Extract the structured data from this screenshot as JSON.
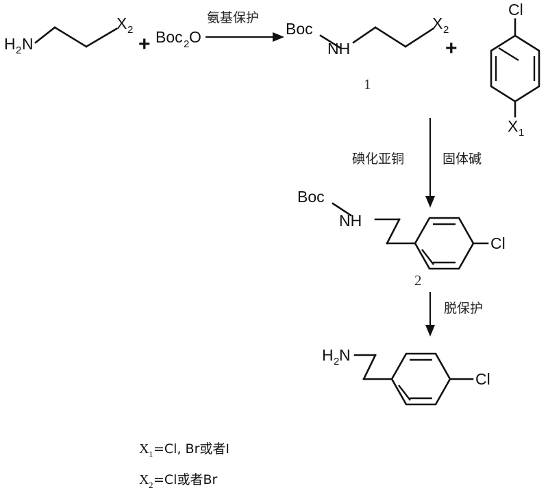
{
  "diagram": {
    "type": "chemical-reaction-scheme",
    "title": "Synthesis of 4-chlorophenethylamine via Boc protection, copper-catalysed coupling and deprotection"
  },
  "step1": {
    "reactant_a": {
      "left_label": "H",
      "left_sub": "2",
      "left_label2": "N",
      "right_label": "X",
      "right_sub": "2"
    },
    "plus": "+",
    "reactant_b": {
      "main": "Boc",
      "sub": "2",
      "tail": "O"
    },
    "arrow_label": "氨基保护",
    "product": {
      "boc": "Boc",
      "nh": "NH",
      "x_label": "X",
      "x_sub": "2",
      "number": "1"
    },
    "plus2": "+",
    "aryl_halide": {
      "top_label": "Cl",
      "bottom_label": "X",
      "bottom_sub": "1"
    }
  },
  "step2": {
    "reagent_left": "碘化亚铜",
    "reagent_right": "固体碱",
    "product": {
      "boc": "Boc",
      "nh": "NH",
      "cl": "Cl",
      "number": "2"
    }
  },
  "step3": {
    "arrow_label": "脱保护",
    "product": {
      "h": "H",
      "h_sub": "2",
      "n": "N",
      "cl": "Cl"
    }
  },
  "legend": {
    "line1": {
      "symbol": "X",
      "sub": "1",
      "text": "=Cl, Br或者I"
    },
    "line2": {
      "symbol": "X",
      "sub": "2",
      "text": "=Cl或者Br"
    }
  },
  "colors": {
    "ink": "#111111",
    "background": "#ffffff"
  }
}
